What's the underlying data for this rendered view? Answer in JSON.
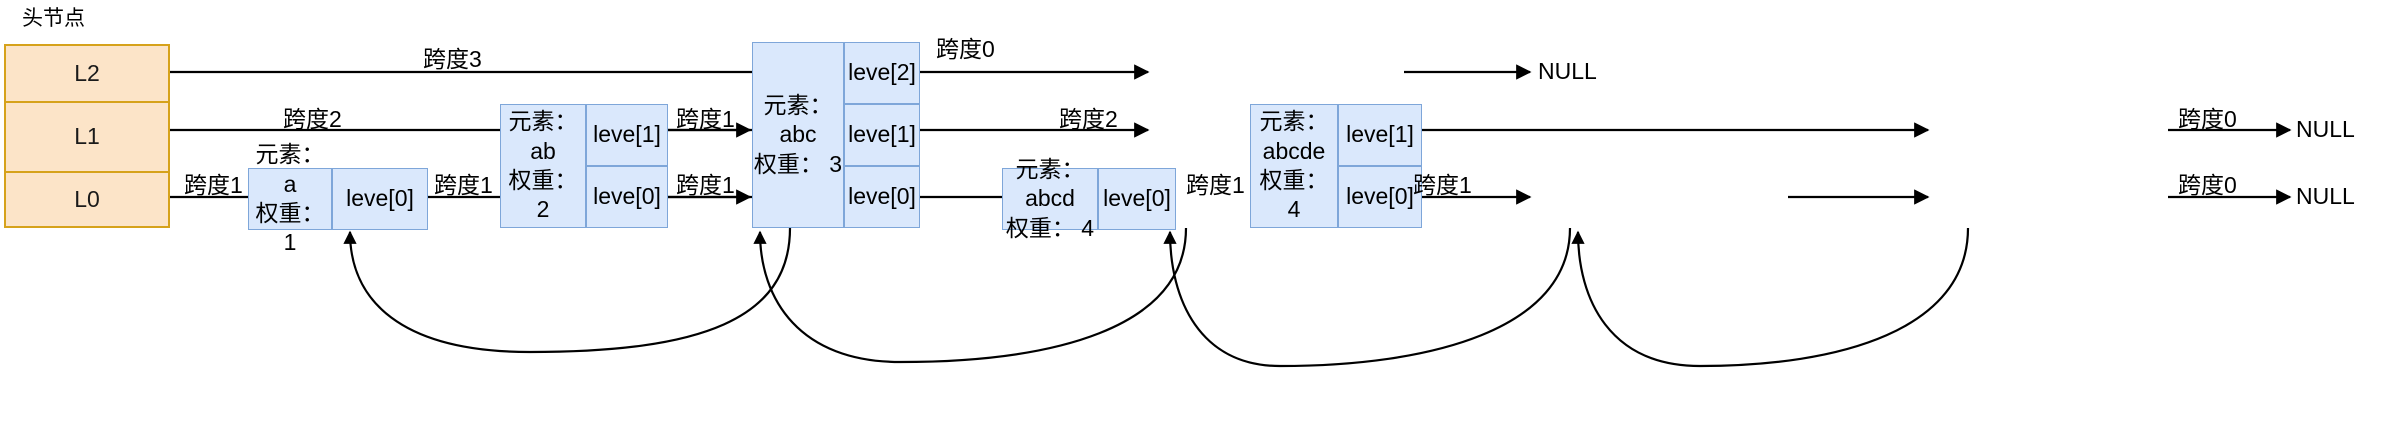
{
  "diagram": {
    "title": "头节点",
    "null_label": "NULL",
    "colors": {
      "header_fill": "#fce4c8",
      "header_stroke": "#d6a21b",
      "node_fill": "#dae8fc",
      "node_stroke": "#7ea6d9",
      "arrow": "#000000",
      "background": "#ffffff"
    },
    "header_node": {
      "levels": [
        {
          "label": "L2"
        },
        {
          "label": "L1"
        },
        {
          "label": "L0"
        }
      ]
    },
    "nodes": [
      {
        "element_line": "元素： a",
        "weight_line": "权重： 1",
        "levels": [
          "leve[0]"
        ]
      },
      {
        "element_line": "元素： ab",
        "weight_line": "权重： 2",
        "levels": [
          "leve[1]",
          "leve[0]"
        ]
      },
      {
        "element_line": "元素： abc",
        "weight_line": "权重： 3",
        "levels": [
          "leve[2]",
          "leve[1]",
          "leve[0]"
        ]
      },
      {
        "element_line": "元素： abcd",
        "weight_line": "权重： 4",
        "levels": [
          "leve[0]"
        ]
      },
      {
        "element_line": "元素：\nabcde",
        "weight_line": "权重： 4",
        "levels": [
          "leve[1]",
          "leve[0]"
        ]
      }
    ],
    "span_labels": {
      "head_l2": "跨度3",
      "head_l1": "跨度2",
      "head_l0": "跨度1",
      "a_l0": "跨度1",
      "ab_l1": "跨度1",
      "ab_l0": "跨度1",
      "abc_l2": "跨度0",
      "abc_l1": "跨度2",
      "abc_l0": "跨度1",
      "abcd_l0": "跨度1",
      "abcde_l1": "跨度0",
      "abcde_l0": "跨度0"
    },
    "null_targets": [
      {
        "name": "null-l2"
      },
      {
        "name": "null-l1"
      },
      {
        "name": "null-l0"
      }
    ]
  }
}
